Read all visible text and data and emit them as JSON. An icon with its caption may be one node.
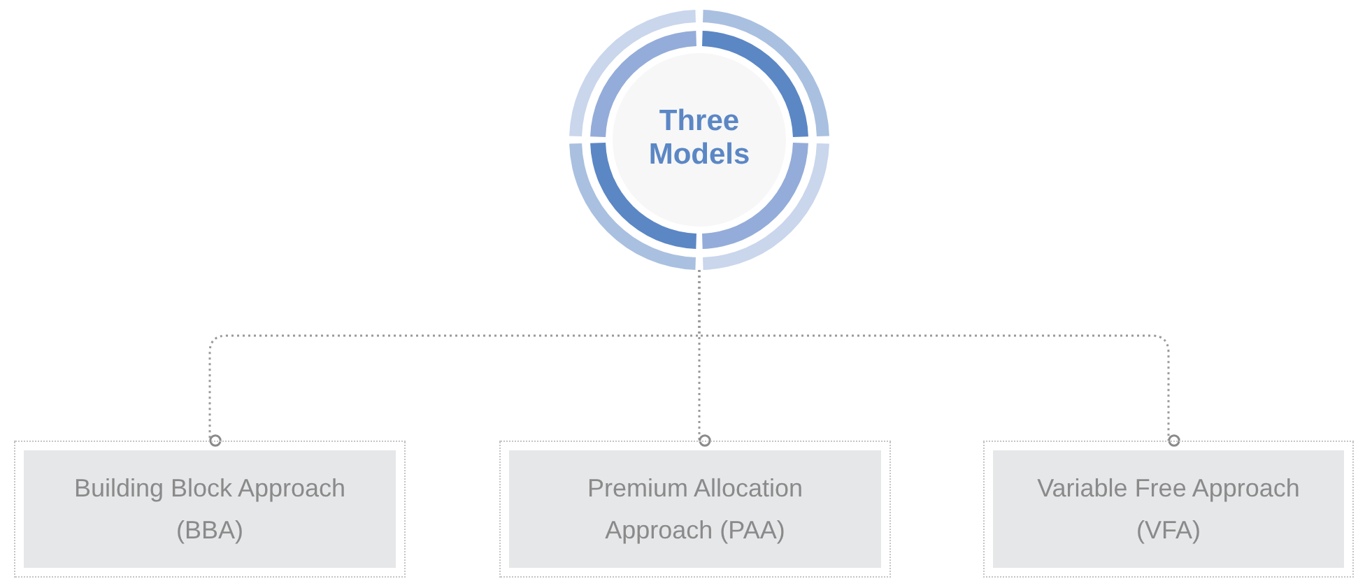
{
  "diagram": {
    "nodes": [
      {
        "text": [
          "Three Models"
        ]
      },
      {
        "text": [
          "Building Block Approach (BBA)"
        ]
      },
      {
        "text": [
          "Premium Allocation Approach (PAA)"
        ]
      },
      {
        "text": [
          "Variable Free Approach (VFA)"
        ]
      }
    ],
    "edges": [
      {
        "from": 0,
        "to": 1,
        "arrow": "other",
        "style": "dashed"
      },
      {
        "from": 0,
        "to": 2,
        "arrow": "other",
        "style": "dashed"
      },
      {
        "from": 0,
        "to": 3,
        "arrow": "other",
        "style": "dashed"
      }
    ]
  }
}
